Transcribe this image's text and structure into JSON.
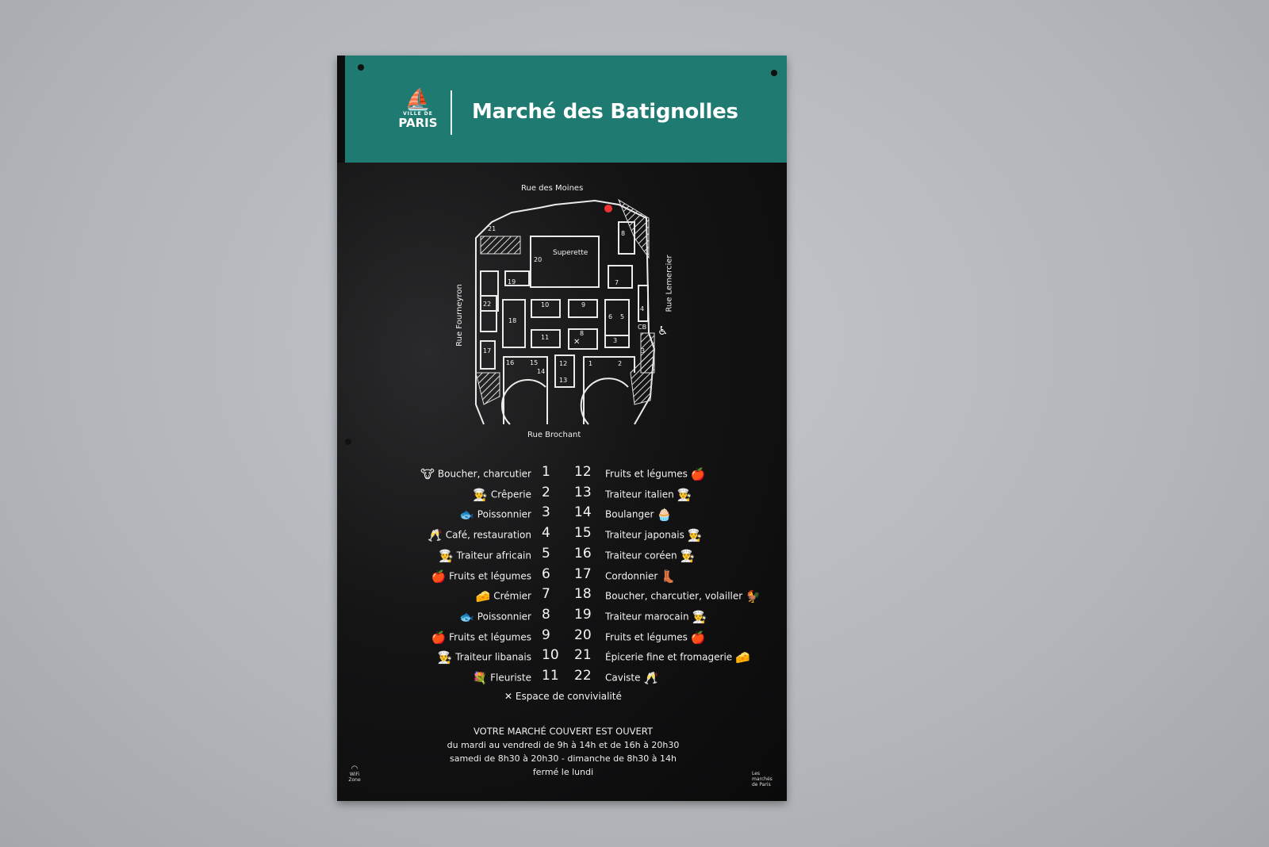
{
  "header": {
    "logo_top": "VILLE DE",
    "logo_bottom": "PARIS",
    "title": "Marché des Batignolles"
  },
  "map": {
    "streets": {
      "top": "Rue des Moines",
      "bottom": "Rue Brochant",
      "left": "Rue Fourneyron",
      "right": "Rue Lemercier"
    },
    "superette": "Superette",
    "stall_labels": [
      "21",
      "20",
      "19",
      "8",
      "7",
      "22",
      "18",
      "10",
      "9",
      "6",
      "5",
      "4",
      "CB",
      "11",
      "8",
      "3",
      "17",
      "3",
      "16",
      "15",
      "14",
      "12",
      "13",
      "1",
      "2"
    ],
    "icons": [
      "accessibility-icon",
      "restaurant-icon",
      "location-pin-icon"
    ]
  },
  "legend": {
    "left": [
      {
        "label": "Boucher, charcutier",
        "num": "1",
        "icon": "🐮"
      },
      {
        "label": "Crêperie",
        "num": "2",
        "icon": "👨‍🍳"
      },
      {
        "label": "Poissonnier",
        "num": "3",
        "icon": "🐟"
      },
      {
        "label": "Café, restauration",
        "num": "4",
        "icon": "🥂"
      },
      {
        "label": "Traiteur africain",
        "num": "5",
        "icon": "👨‍🍳"
      },
      {
        "label": "Fruits et légumes",
        "num": "6",
        "icon": "🍎"
      },
      {
        "label": "Crémier",
        "num": "7",
        "icon": "🧀"
      },
      {
        "label": "Poissonnier",
        "num": "8",
        "icon": "🐟"
      },
      {
        "label": "Fruits et légumes",
        "num": "9",
        "icon": "🍎"
      },
      {
        "label": "Traiteur libanais",
        "num": "10",
        "icon": "👨‍🍳"
      },
      {
        "label": "Fleuriste",
        "num": "11",
        "icon": "💐"
      }
    ],
    "right": [
      {
        "label": "Fruits et légumes",
        "num": "12",
        "icon": "🍎"
      },
      {
        "label": "Traiteur italien",
        "num": "13",
        "icon": "👨‍🍳"
      },
      {
        "label": "Boulanger",
        "num": "14",
        "icon": "🧁"
      },
      {
        "label": "Traiteur japonais",
        "num": "15",
        "icon": "👨‍🍳"
      },
      {
        "label": "Traiteur coréen",
        "num": "16",
        "icon": "👨‍🍳"
      },
      {
        "label": "Cordonnier",
        "num": "17",
        "icon": "👢"
      },
      {
        "label": "Boucher, charcutier, volailler",
        "num": "18",
        "icon": "🐓"
      },
      {
        "label": "Traiteur marocain",
        "num": "19",
        "icon": "👨‍🍳"
      },
      {
        "label": "Fruits et légumes",
        "num": "20",
        "icon": "🍎"
      },
      {
        "label": "Épicerie fine et fromagerie",
        "num": "21",
        "icon": "🧀"
      },
      {
        "label": "Caviste",
        "num": "22",
        "icon": "🥂"
      }
    ],
    "conviviality": "Espace de convivialité"
  },
  "hours": {
    "heading": "VOTRE MARCHÉ COUVERT EST OUVERT",
    "line1": "du mardi au vendredi de 9h à 14h et de 16h à 20h30",
    "line2": "samedi de 8h30 à 20h30 - dimanche de 8h30 à 14h",
    "line3": "fermé le lundi"
  },
  "footer": {
    "wifi": "WiFi Zone",
    "brand": "Les marchés de Paris"
  },
  "colors": {
    "teal": "#1f7b71",
    "chalk": "#f2f2f2",
    "wall": "#b4b7bc"
  }
}
